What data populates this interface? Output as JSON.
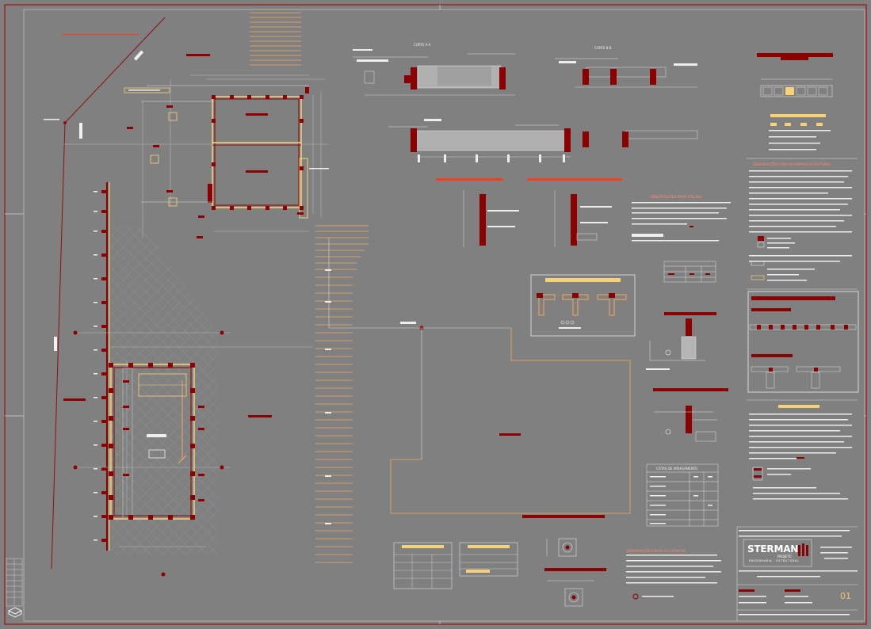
{
  "title_block": {
    "company": "STERMAN",
    "company_suffix": "PROJETO",
    "company_tagline": "ENGENHARIA · ESTRUTURAL",
    "sheet_number": "01"
  },
  "labels": {
    "corte_a": "CORTE A-A",
    "corte_b": "CORTE B-B",
    "obs_alvenaria": "OBSERVAÇÕES PARA ALVENARIA ESTRUTURAL",
    "obs_piscina": "OBSERVAÇÕES PARA PISCINA",
    "obs_estacas": "OBSERVAÇÕES PARA AS ESTACAS",
    "cotas_arrasamento": "COTAS DE ARRASAMENTO"
  },
  "colors": {
    "background": "#808080",
    "wall_red": "#8b0000",
    "highlight_yellow": "#f5d27a",
    "orange_line": "#f0a860",
    "white_line": "#e6e6e6",
    "dim_line": "#b8b8b8",
    "border_red": "#a01010"
  },
  "icons": [
    "drawing-file-icon"
  ]
}
